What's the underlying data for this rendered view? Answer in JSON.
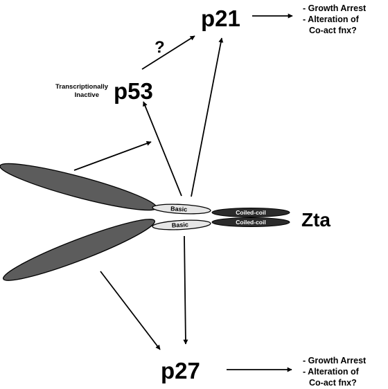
{
  "labels": {
    "p21": "p21",
    "p53": "p53",
    "p27": "p27",
    "zta": "Zta",
    "question": "?",
    "transcriptionally": "Transcriptionally",
    "inactive": "Inactive"
  },
  "domains": {
    "basic": "Basic",
    "coiled_coil": "Coiled-coil"
  },
  "outcomes_p21": {
    "line1": "- Growth Arrest",
    "line2": "- Alteration of",
    "line3": "Co-act fnx?"
  },
  "outcomes_p27": {
    "line1": "- Growth Arrest",
    "line2": "- Alteration of",
    "line3": "Co-act fnx?"
  },
  "colors": {
    "activation_domain": "#5c5c5c",
    "basic_region": "#e6e6e6",
    "coiled_coil": "#2b2b2b",
    "coiled_coil_text": "#ffffff",
    "ink": "#000000"
  }
}
